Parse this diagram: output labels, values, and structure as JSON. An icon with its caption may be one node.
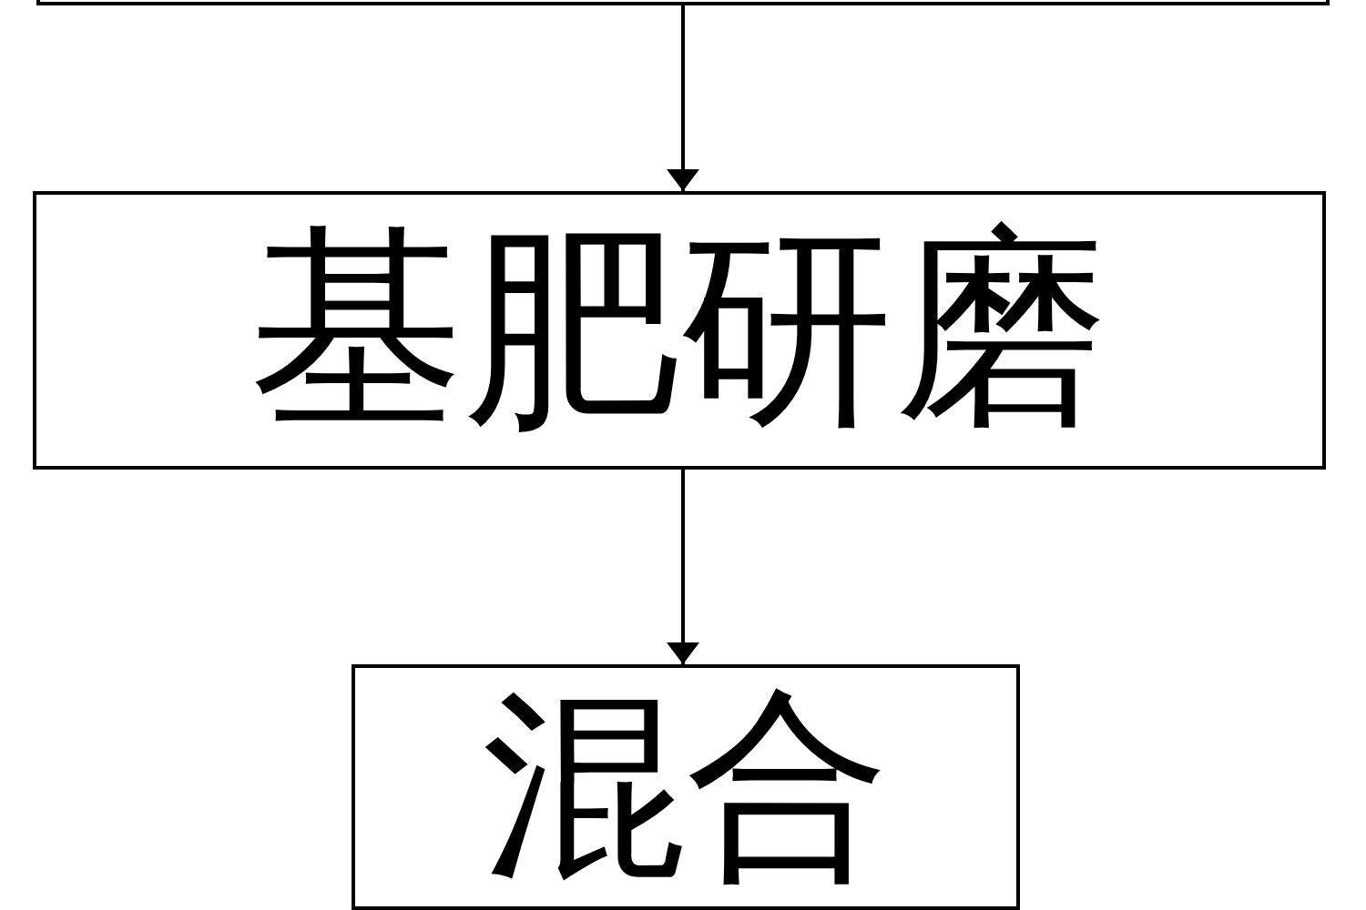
{
  "diagram": {
    "nodes": [
      {
        "text": [],
        "shape": "box"
      },
      {
        "text": [
          "基肥研磨"
        ]
      },
      {
        "text": [
          "混合"
        ]
      }
    ],
    "edges": [
      {
        "from": 0,
        "to": 1,
        "arrow": "to"
      },
      {
        "from": 1,
        "to": 2,
        "arrow": "to"
      }
    ]
  }
}
